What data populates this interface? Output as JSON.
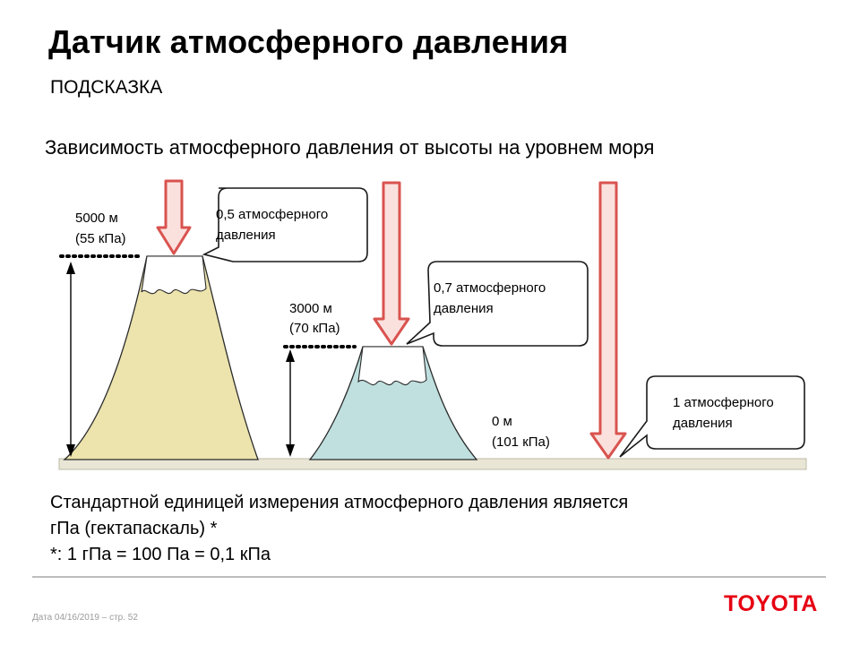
{
  "header": {
    "title": "Датчик атмосферного давления",
    "subtitle": "ПОДСКАЗКА"
  },
  "diagram": {
    "heading": "Зависимость атмосферного давления от высоты на уровнем моря",
    "levels": [
      {
        "altitude": "5000 м",
        "pressure": "(55 кПа)",
        "callout_line1": "0,5 атмосферного",
        "callout_line2": "давления"
      },
      {
        "altitude": "3000 м",
        "pressure": "(70 кПа)",
        "callout_line1": "0,7 атмосферного",
        "callout_line2": "давления"
      },
      {
        "altitude": "0 м",
        "pressure": "(101 кПа)",
        "callout_line1": "1 атмосферного",
        "callout_line2": "давления"
      }
    ],
    "colors": {
      "arrow_fill": "#fbe1de",
      "arrow_stroke": "#d9534f",
      "mountain_high": "#ece3ad",
      "mountain_mid": "#bfe0df",
      "ground": "#e9e6d6"
    }
  },
  "body": {
    "line1": "Стандартной единицей измерения атмосферного давления является",
    "line2": "гПа (гектапаскаль) *",
    "line3": "*: 1 гПа = 100 Па = 0,1 кПа"
  },
  "footer": {
    "meta": "Дата 04/16/2019 – стр. 52",
    "logo": "TOYOTA"
  }
}
